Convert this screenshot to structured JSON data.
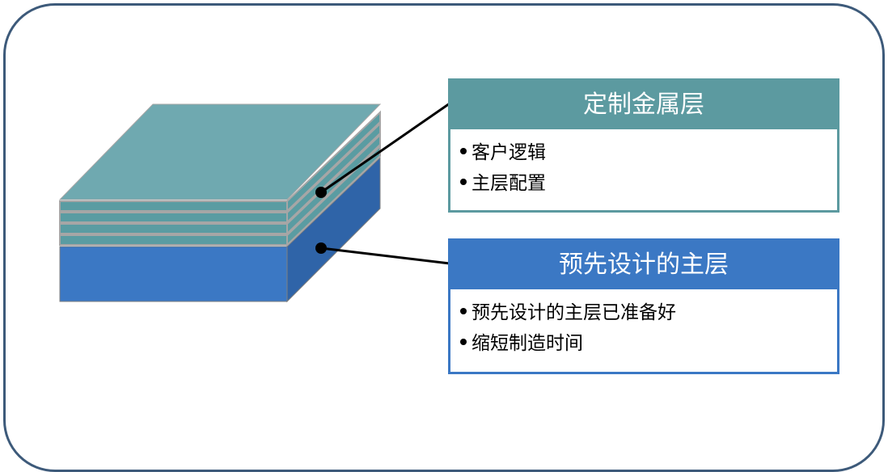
{
  "colors": {
    "frame": "#3d5a7a",
    "metal_layer_top": "#6fa9b0",
    "metal_layer_strip": "#5a9ca2",
    "layer_separator": "#a6a6a6",
    "base_front": "#3b78c4",
    "base_side": "#2f64a8",
    "metal_header": "#5c9aa0",
    "base_header": "#3b78c4"
  },
  "callouts": {
    "metal": {
      "title": "定制金属层",
      "items": [
        "客户逻辑",
        "主层配置"
      ]
    },
    "base": {
      "title": "预先设计的主层",
      "items": [
        "预先设计的主层已准备好",
        "缩短制造时间"
      ]
    }
  }
}
